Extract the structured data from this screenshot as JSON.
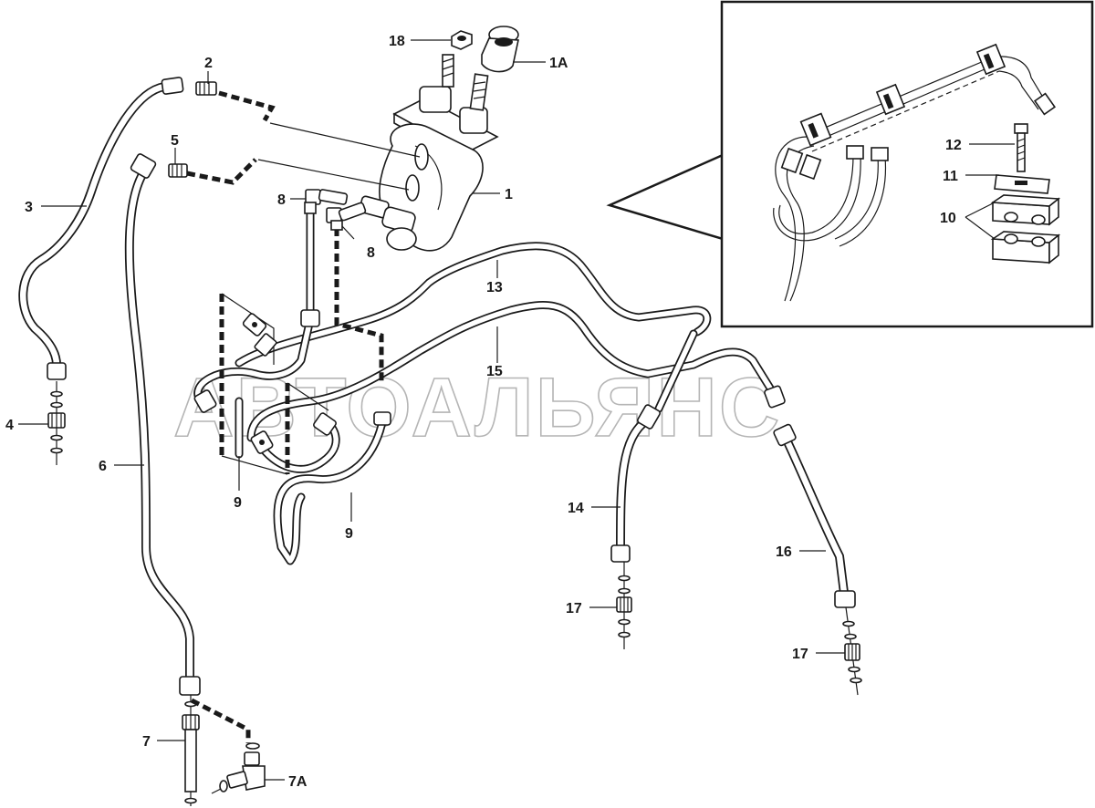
{
  "watermark": "АВТОАЛЬЯНС",
  "callouts": {
    "c1": "1",
    "c1A": "1A",
    "c2": "2",
    "c3": "3",
    "c4": "4",
    "c5": "5",
    "c6": "6",
    "c7": "7",
    "c7A": "7A",
    "c8a": "8",
    "c8b": "8",
    "c9a": "9",
    "c9b": "9",
    "c10": "10",
    "c11": "11",
    "c12": "12",
    "c13": "13",
    "c14": "14",
    "c15": "15",
    "c16": "16",
    "c17a": "17",
    "c17b": "17",
    "c18": "18"
  }
}
